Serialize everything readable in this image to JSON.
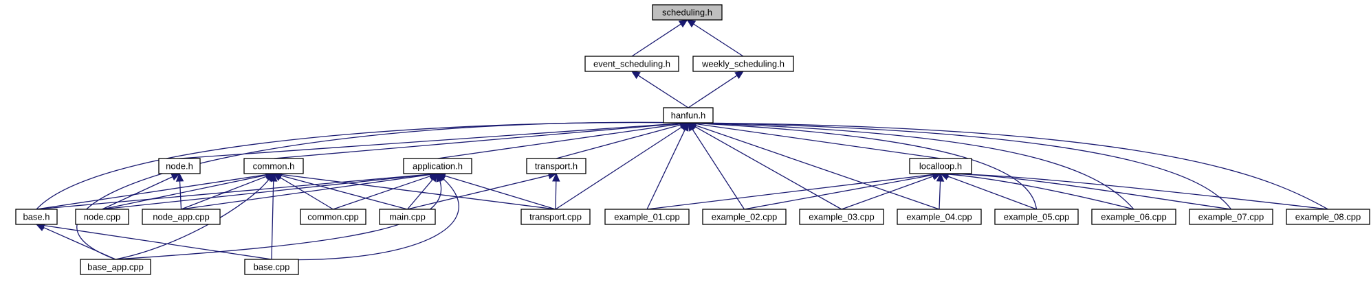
{
  "graph": {
    "edge_color": "#191970",
    "root_fill": "#bfbfbf",
    "nodes": {
      "scheduling_h": "scheduling.h",
      "event_scheduling_h": "event_scheduling.h",
      "weekly_scheduling_h": "weekly_scheduling.h",
      "hanfun_h": "hanfun.h",
      "node_h": "node.h",
      "common_h": "common.h",
      "application_h": "application.h",
      "transport_h": "transport.h",
      "localloop_h": "localloop.h",
      "base_h": "base.h",
      "node_cpp": "node.cpp",
      "node_app_cpp": "node_app.cpp",
      "common_cpp": "common.cpp",
      "main_cpp": "main.cpp",
      "transport_cpp": "transport.cpp",
      "example_01_cpp": "example_01.cpp",
      "example_02_cpp": "example_02.cpp",
      "example_03_cpp": "example_03.cpp",
      "example_04_cpp": "example_04.cpp",
      "example_05_cpp": "example_05.cpp",
      "example_06_cpp": "example_06.cpp",
      "example_07_cpp": "example_07.cpp",
      "example_08_cpp": "example_08.cpp",
      "base_app_cpp": "base_app.cpp",
      "base_cpp": "base.cpp"
    },
    "edges": [
      [
        "event_scheduling_h",
        "scheduling_h"
      ],
      [
        "weekly_scheduling_h",
        "scheduling_h"
      ],
      [
        "hanfun_h",
        "event_scheduling_h"
      ],
      [
        "hanfun_h",
        "weekly_scheduling_h"
      ],
      [
        "node_h",
        "hanfun_h"
      ],
      [
        "common_h",
        "hanfun_h"
      ],
      [
        "application_h",
        "hanfun_h"
      ],
      [
        "transport_h",
        "hanfun_h"
      ],
      [
        "localloop_h",
        "hanfun_h"
      ],
      [
        "base_h",
        "hanfun_h"
      ],
      [
        "base_app_cpp",
        "hanfun_h"
      ],
      [
        "transport_cpp",
        "hanfun_h"
      ],
      [
        "example_01_cpp",
        "hanfun_h"
      ],
      [
        "example_02_cpp",
        "hanfun_h"
      ],
      [
        "example_03_cpp",
        "hanfun_h"
      ],
      [
        "example_04_cpp",
        "hanfun_h"
      ],
      [
        "example_05_cpp",
        "hanfun_h"
      ],
      [
        "example_06_cpp",
        "hanfun_h"
      ],
      [
        "example_07_cpp",
        "hanfun_h"
      ],
      [
        "example_08_cpp",
        "hanfun_h"
      ],
      [
        "node_cpp",
        "node_h"
      ],
      [
        "node_app_cpp",
        "node_h"
      ],
      [
        "base_h",
        "common_h"
      ],
      [
        "node_cpp",
        "common_h"
      ],
      [
        "node_app_cpp",
        "common_h"
      ],
      [
        "common_cpp",
        "common_h"
      ],
      [
        "main_cpp",
        "common_h"
      ],
      [
        "transport_cpp",
        "common_h"
      ],
      [
        "base_app_cpp",
        "common_h"
      ],
      [
        "base_cpp",
        "common_h"
      ],
      [
        "base_h",
        "application_h"
      ],
      [
        "node_cpp",
        "application_h"
      ],
      [
        "node_app_cpp",
        "application_h"
      ],
      [
        "common_cpp",
        "application_h"
      ],
      [
        "main_cpp",
        "application_h"
      ],
      [
        "transport_cpp",
        "application_h"
      ],
      [
        "base_app_cpp",
        "application_h"
      ],
      [
        "base_cpp",
        "application_h"
      ],
      [
        "main_cpp",
        "transport_h"
      ],
      [
        "transport_cpp",
        "transport_h"
      ],
      [
        "example_01_cpp",
        "localloop_h"
      ],
      [
        "example_02_cpp",
        "localloop_h"
      ],
      [
        "example_03_cpp",
        "localloop_h"
      ],
      [
        "example_04_cpp",
        "localloop_h"
      ],
      [
        "example_05_cpp",
        "localloop_h"
      ],
      [
        "example_06_cpp",
        "localloop_h"
      ],
      [
        "example_07_cpp",
        "localloop_h"
      ],
      [
        "example_08_cpp",
        "localloop_h"
      ],
      [
        "base_app_cpp",
        "base_h"
      ],
      [
        "base_cpp",
        "base_h"
      ]
    ]
  }
}
